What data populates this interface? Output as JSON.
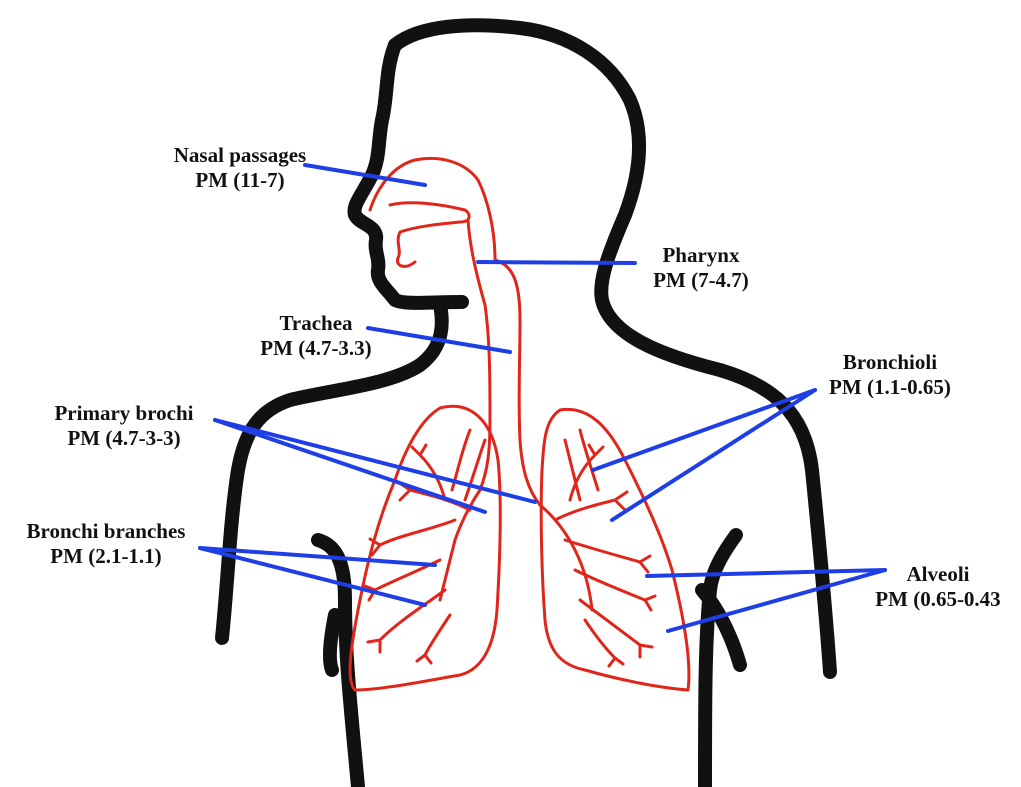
{
  "labels": {
    "nasal": {
      "name": "Nasal passages",
      "pm": "PM (11-7)"
    },
    "pharynx": {
      "name": "Pharynx",
      "pm": "PM (7-4.7)"
    },
    "trachea": {
      "name": "Trachea",
      "pm": "PM (4.7-3.3)"
    },
    "bronchioli": {
      "name": "Bronchioli",
      "pm": "PM (1.1-0.65)"
    },
    "primary": {
      "name": "Primary brochi",
      "pm": "PM (4.7-3-3)"
    },
    "branches": {
      "name": "Bronchi branches",
      "pm": "PM (2.1-1.1)"
    },
    "alveoli": {
      "name": "Alveoli",
      "pm": "PM (0.65-0.43"
    }
  },
  "colors": {
    "body_outline": "#111111",
    "airway": "#e0261b",
    "pointer_line": "#1f3fe6"
  }
}
